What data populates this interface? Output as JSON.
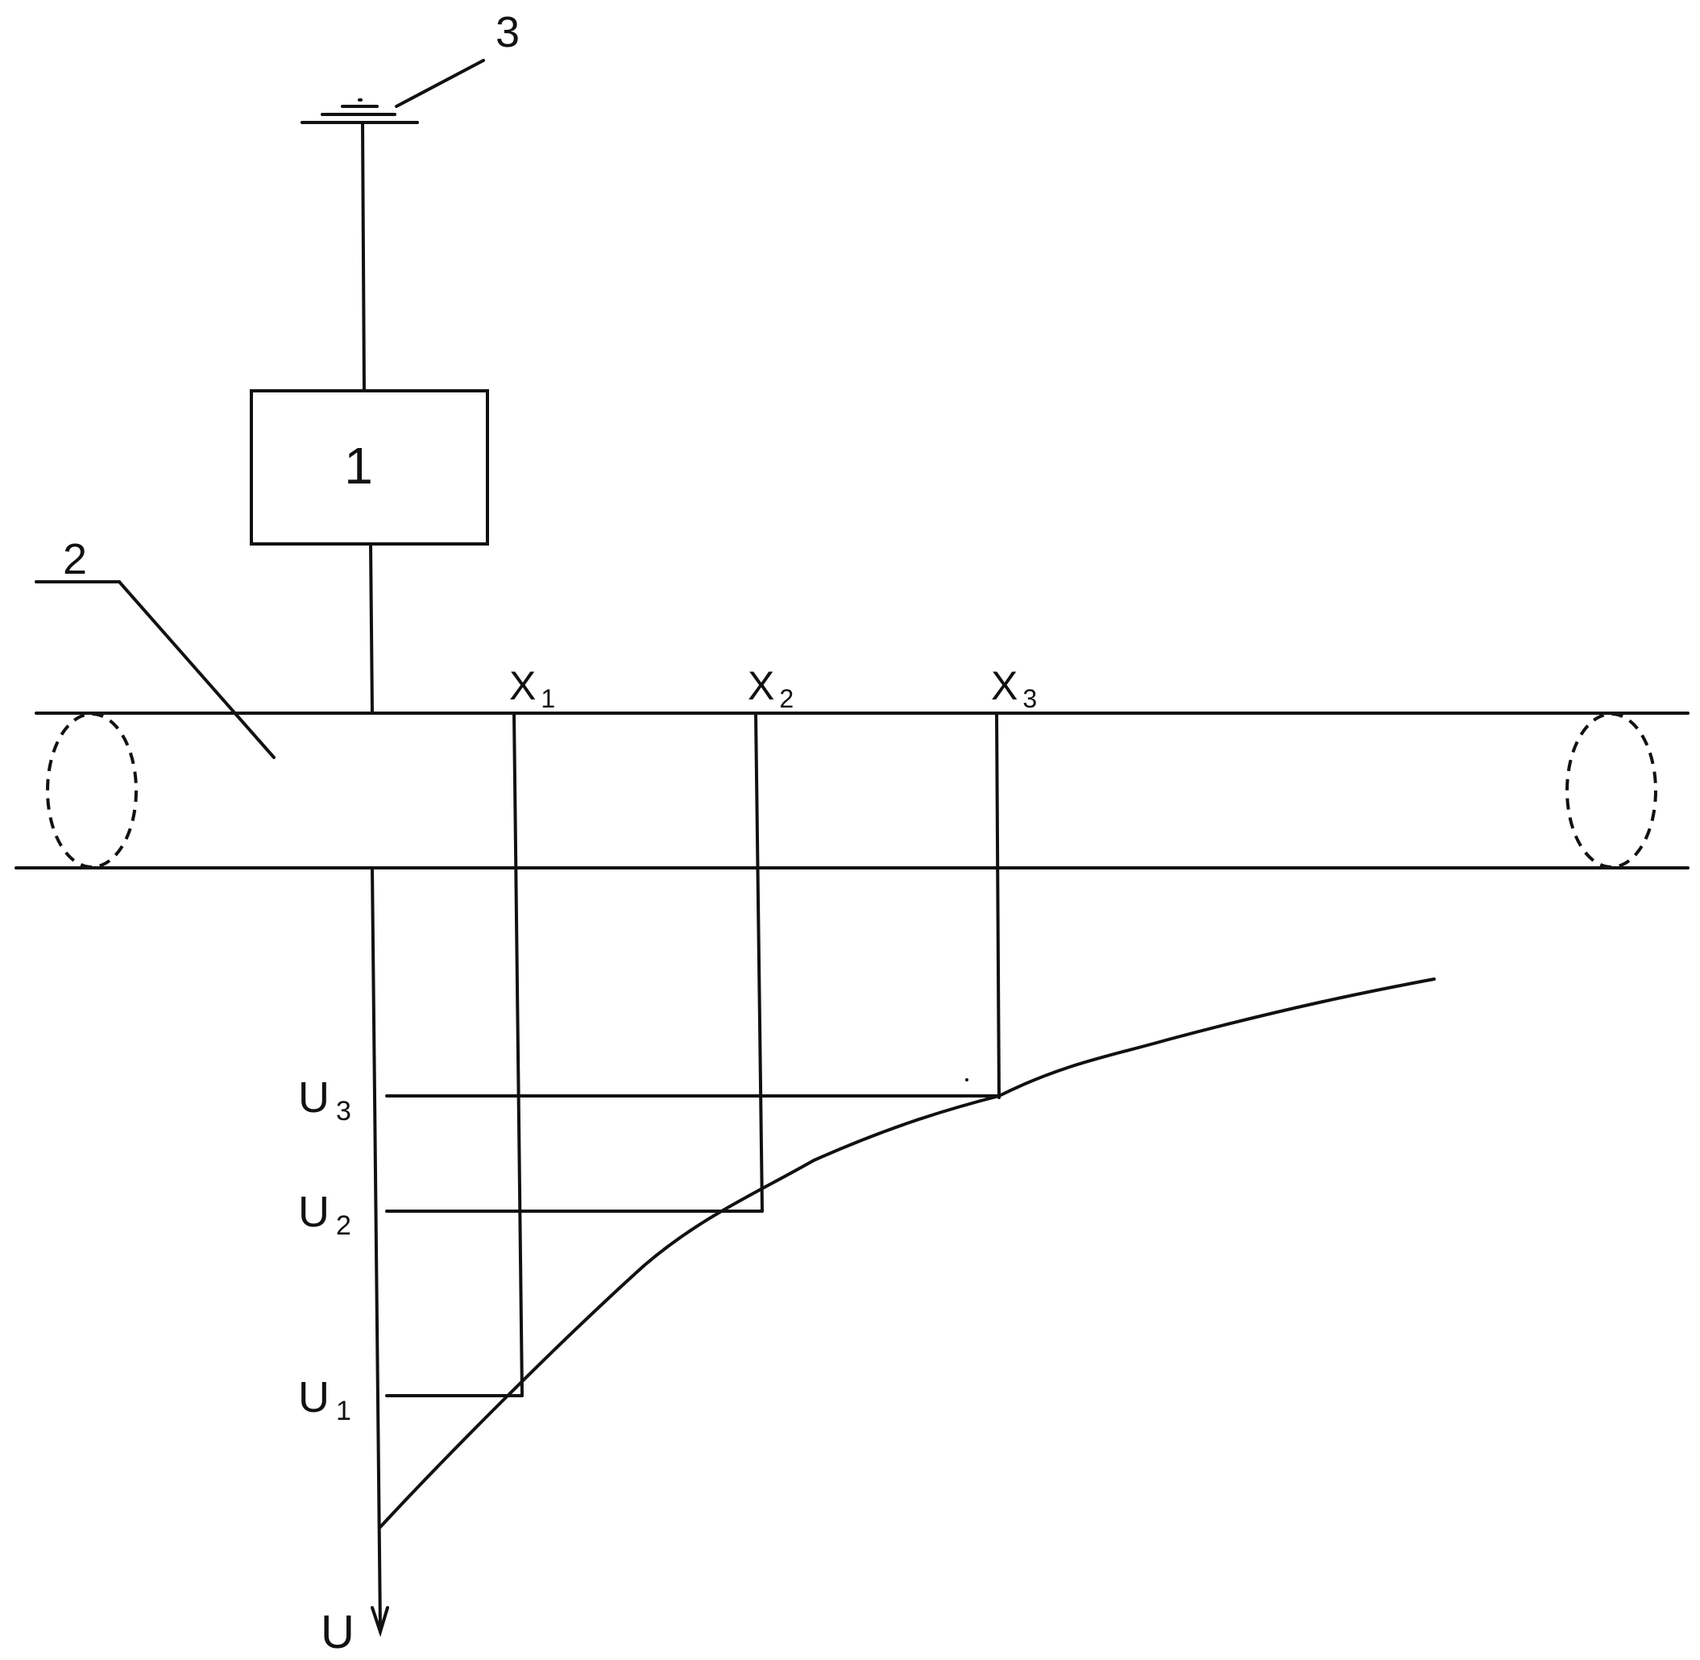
{
  "labels": {
    "block": "1",
    "conductor": "2",
    "ground": "3",
    "axis_u": "U"
  },
  "x_points": [
    {
      "main": "X",
      "sub": "1"
    },
    {
      "main": "X",
      "sub": "2"
    },
    {
      "main": "X",
      "sub": "3"
    }
  ],
  "u_points": [
    {
      "main": "U",
      "sub": "1"
    },
    {
      "main": "U",
      "sub": "2"
    },
    {
      "main": "U",
      "sub": "3"
    }
  ]
}
